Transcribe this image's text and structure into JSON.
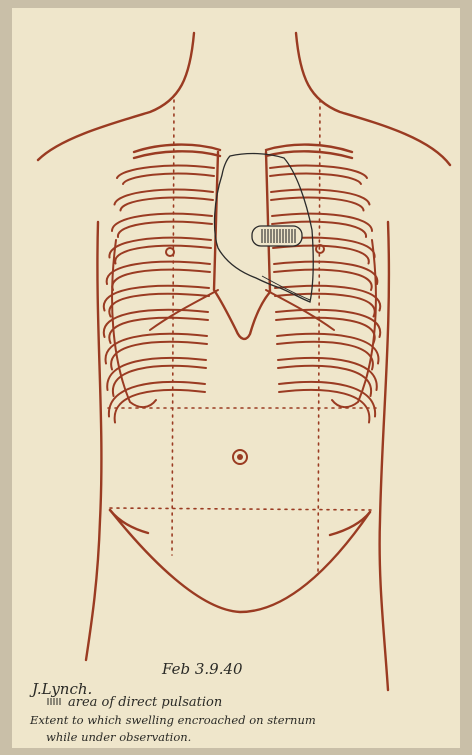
{
  "annotations": {
    "name": "J.Lynch.",
    "date": "Feb 3.9.40",
    "legend_pulsation": "area of direct pulsation",
    "legend_extent_line1": "Extent to which swelling encroached on sternum",
    "legend_extent_line2": "while under observation."
  },
  "colors": {
    "paper": "#efe6cb",
    "outline": "#9a3b22",
    "pencil": "#2b2b2b",
    "ink": "#2a2a26",
    "edge": "#c9bfa8"
  },
  "icons": {
    "pulsation_marker": "hatched-area-icon"
  }
}
